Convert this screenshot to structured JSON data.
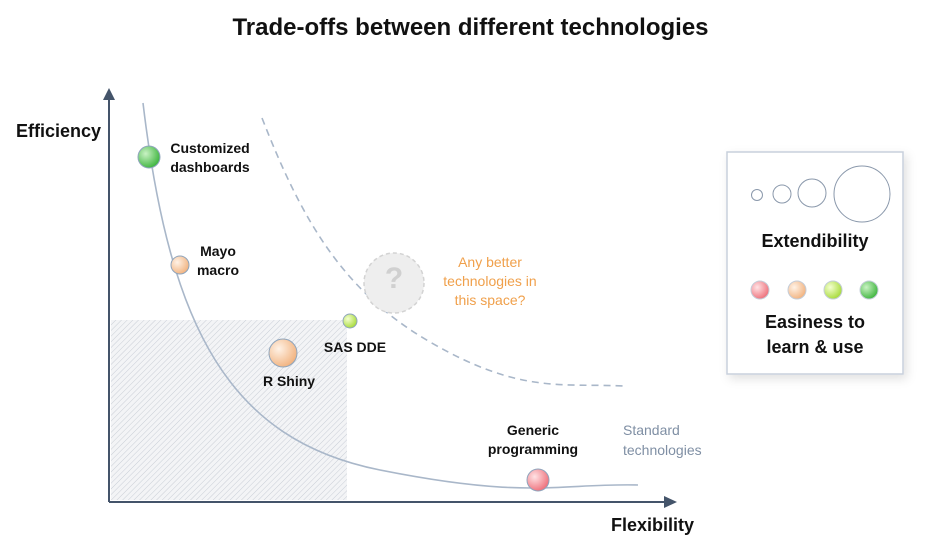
{
  "title": "Trade-offs between different technologies",
  "axes": {
    "y_label": "Efficiency",
    "x_label": "Flexibility"
  },
  "points": [
    {
      "label": "Customized dashboards",
      "color": "#4ec24e"
    },
    {
      "label": "Mayo macro",
      "color": "#f2b98c"
    },
    {
      "label": "R Shiny",
      "color": "#f2b98c"
    },
    {
      "label": "SAS DDE",
      "color": "#b6e24a"
    },
    {
      "label": "Generic programming",
      "color": "#f07f88"
    }
  ],
  "unknown": {
    "symbol": "?",
    "text": "Any better technologies in this space?"
  },
  "curve_label": "Standard technologies",
  "legend": {
    "size_label": "Extendibility",
    "color_label": "Easiness to learn & use",
    "color_scale": [
      "#f07f88",
      "#f2b98c",
      "#b6e24a",
      "#4ec24e"
    ]
  }
}
